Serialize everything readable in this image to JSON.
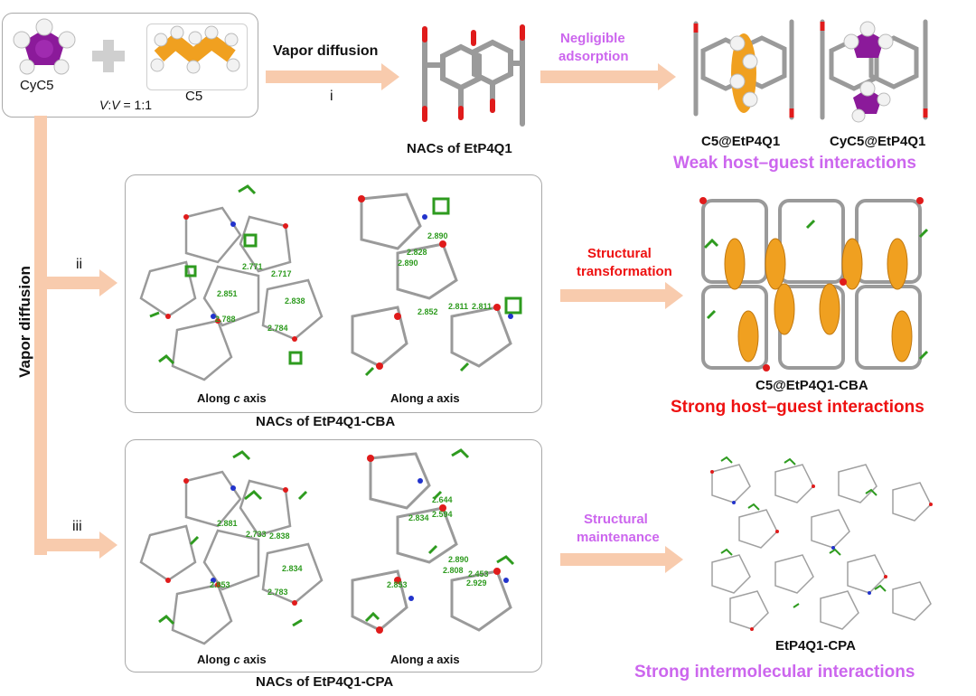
{
  "colors": {
    "arrow": "#f8cbad",
    "purple_text": "#cc66ee",
    "red_text": "#ee1111",
    "stick_gray": "#9a9a9a",
    "oxygen_red": "#e01b1b",
    "nitrogen_blue": "#2233cc",
    "guest_green": "#2e9b1f",
    "pentane_orange": "#f0a020",
    "cyclopentane_purple": "#8b1a9a",
    "hydrogen_white": "#f2f2f2"
  },
  "reactants": {
    "cyc5": "CyC5",
    "c5": "C5",
    "ratio_v1": "V",
    "ratio_sep": ":",
    "ratio_v2": "V",
    "ratio_val": " = 1:1"
  },
  "path_i": {
    "method": "Vapor diffusion",
    "numeral": "i",
    "host_label": "NACs of EtP4Q1",
    "result_line1": "Negligible",
    "result_line2": "adsorption",
    "complex1": "C5@EtP4Q1",
    "complex2": "CyC5@EtP4Q1",
    "conclusion": "Weak host–guest interactions"
  },
  "left_axis": {
    "method": "Vapor diffusion"
  },
  "path_ii": {
    "numeral": "ii",
    "view_c_pre": "Along ",
    "view_c_axis": "c",
    "view_c_post": " axis",
    "view_a_pre": "Along ",
    "view_a_axis": "a",
    "view_a_post": " axis",
    "box_label": "NACs of EtP4Q1-CBA",
    "result_line1": "Structural",
    "result_line2": "transformation",
    "product": "C5@EtP4Q1-CBA",
    "conclusion": "Strong host–guest interactions",
    "distances_c": [
      "2.771",
      "2.717",
      "2.851",
      "2.838",
      "2.788",
      "2.784"
    ],
    "distances_a": [
      "2.890",
      "2.828",
      "2.890",
      "2.852",
      "2.811",
      "2.811"
    ]
  },
  "path_iii": {
    "numeral": "iii",
    "view_c_pre": "Along ",
    "view_c_axis": "c",
    "view_c_post": " axis",
    "view_a_pre": "Along ",
    "view_a_axis": "a",
    "view_a_post": " axis",
    "box_label": "NACs of EtP4Q1-CPA",
    "result_line1": "Structural",
    "result_line2": "maintenance",
    "product": "EtP4Q1-CPA",
    "conclusion": "Strong intermolecular interactions",
    "distances_c": [
      "2.881",
      "2.733",
      "2.838",
      "2.834",
      "2.853",
      "2.783"
    ],
    "distances_a": [
      "2.644",
      "2.834",
      "2.594",
      "2.890",
      "2.808",
      "2.453",
      "2.929",
      "2.853"
    ]
  }
}
